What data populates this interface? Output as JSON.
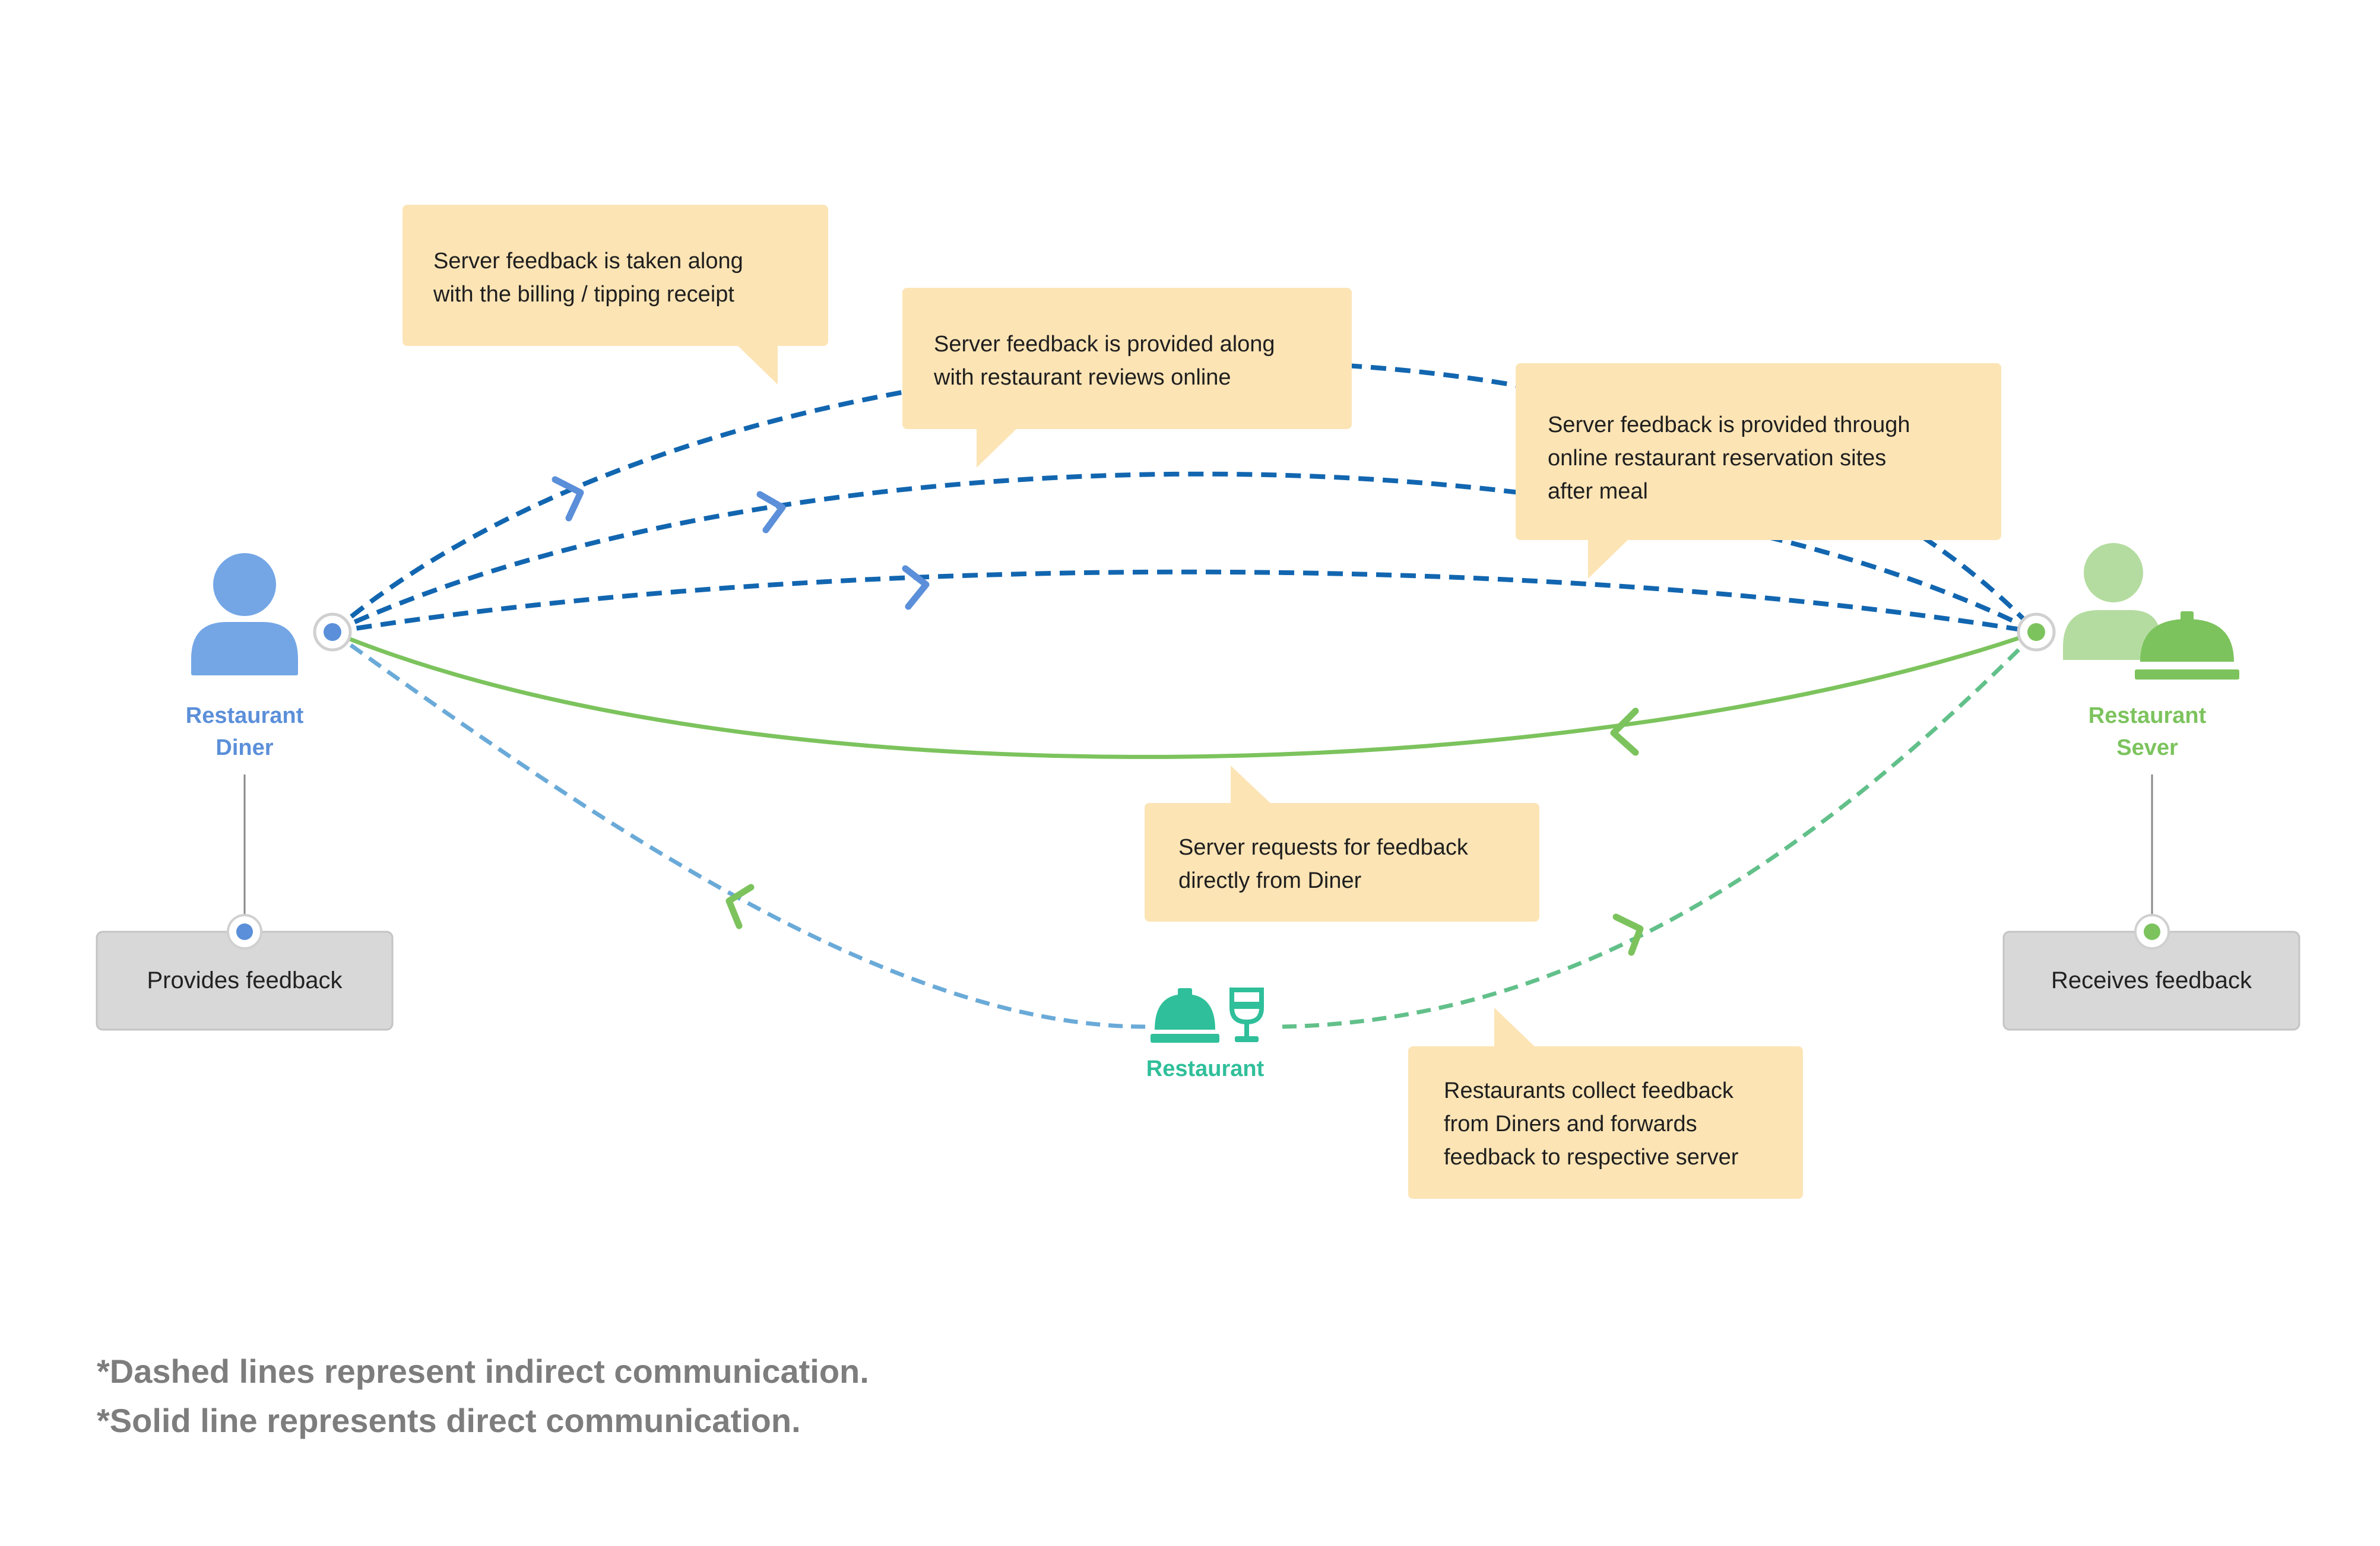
{
  "colors": {
    "diner": "#5b8fd9",
    "diner_icon": "#74a6e6",
    "server": "#7cc35d",
    "server_light": "#b4dca0",
    "restaurant": "#2fbf9a",
    "indirect_line": "#1266b0",
    "bubble": "#fce4b5",
    "box": "#d8d8d8",
    "box_border": "#c4c4c4"
  },
  "actors": {
    "diner": {
      "label_line1": "Restaurant",
      "label_line2": "Diner",
      "icon": "person-icon"
    },
    "server": {
      "label_line1": "Restaurant",
      "label_line2": "Sever",
      "icon": "person-with-service-bell-icon"
    },
    "restaurant": {
      "label": "Restaurant",
      "icons": [
        "service-bell-icon",
        "wine-glass-icon"
      ]
    }
  },
  "boxes": {
    "diner": "Provides feedback",
    "server": "Receives feedback"
  },
  "bubbles": {
    "billing": {
      "line1": "Server feedback is taken along",
      "line2": "with the billing / tipping receipt"
    },
    "reviews": {
      "line1": "Server feedback is provided along",
      "line2": "with restaurant reviews online"
    },
    "reservation": {
      "line1": "Server feedback is provided through",
      "line2": "online restaurant reservation sites",
      "line3": "after meal"
    },
    "direct": {
      "line1": "Server requests for feedback",
      "line2": "directly from Diner"
    },
    "restaurant": {
      "line1": "Restaurants collect feedback",
      "line2": "from Diners and forwards",
      "line3": "feedback to respective server"
    }
  },
  "notes": {
    "dashed": "*Dashed lines represent indirect communication.",
    "solid": "*Solid line represents direct communication."
  }
}
